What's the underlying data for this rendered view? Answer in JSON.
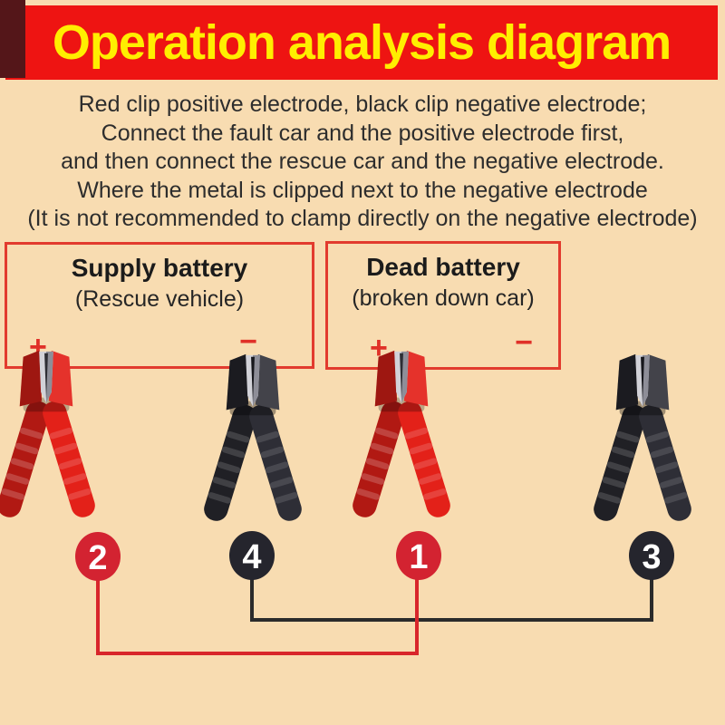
{
  "header": {
    "title": "Operation analysis diagram"
  },
  "instructions": {
    "lines": [
      "Red clip positive electrode, black clip negative electrode;",
      "Connect the fault car and the positive electrode first,",
      "and then connect the rescue car and the negative electrode.",
      "Where the metal is clipped next to the negative electrode",
      "(It is not recommended to clamp directly on the negative electrode)"
    ]
  },
  "batteries": [
    {
      "title": "Supply battery",
      "subtitle": "(Rescue vehicle)",
      "positive": "+",
      "negative": "−"
    },
    {
      "title": "Dead battery",
      "subtitle": "(broken down car)",
      "positive": "+",
      "negative": "−"
    }
  ],
  "clamps": [
    {
      "name": "red-clamp-supply-positive",
      "color": "#e32119"
    },
    {
      "name": "black-clamp-supply-negative",
      "color": "#2e2e36"
    },
    {
      "name": "red-clamp-dead-positive",
      "color": "#e32119"
    },
    {
      "name": "black-clamp-dead-negative",
      "color": "#2e2e36"
    }
  ],
  "steps": [
    {
      "number": "2",
      "color": "#d32331"
    },
    {
      "number": "4",
      "color": "#25252d"
    },
    {
      "number": "1",
      "color": "#d32331"
    },
    {
      "number": "3",
      "color": "#25252d"
    }
  ],
  "colors": {
    "background": "#f8dcb1",
    "banner_bg": "#ee1412",
    "banner_text": "#ffee00",
    "corner_patch": "#541619",
    "box_border": "#e23b2e",
    "body_text": "#2d2d2d",
    "plus_minus": "#e03028",
    "wire_red": "#d8262b",
    "wire_black": "#2b2b2b"
  }
}
